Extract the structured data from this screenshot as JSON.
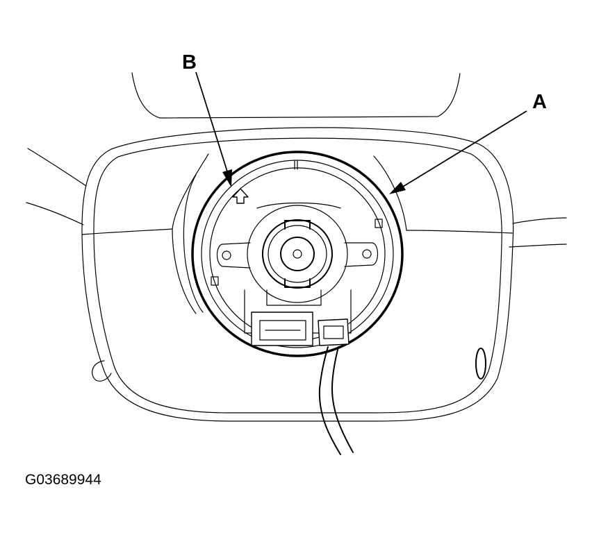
{
  "labels": {
    "a": "A",
    "b": "B"
  },
  "figure_id": "G03689944"
}
